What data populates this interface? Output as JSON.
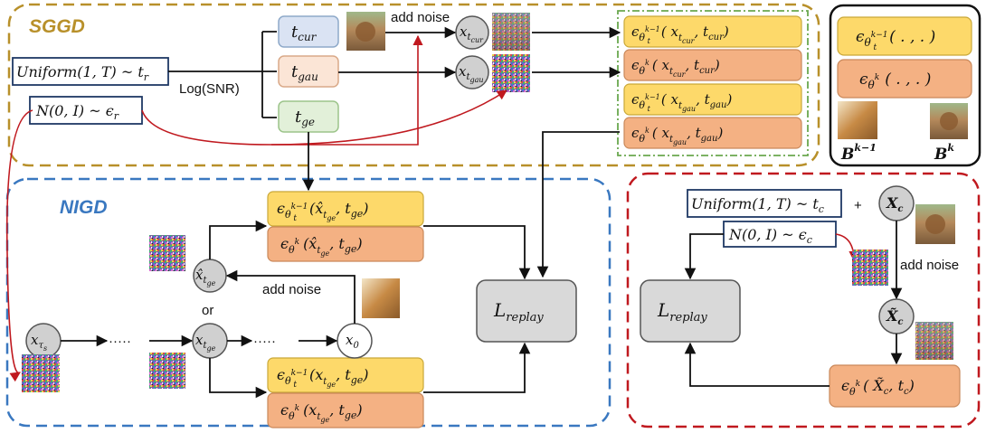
{
  "sections": {
    "sggd": {
      "title": "SGGD",
      "color": "#b8902a"
    },
    "nigd": {
      "title": "NIGD",
      "color": "#3a78c0"
    },
    "replay_panel": {
      "color": "#c0191f"
    }
  },
  "sggd": {
    "uniform_sample": "Uniform(1, T) ~ t",
    "uniform_sub": "r",
    "normal_sample": "N(0, I) ~ ϵ",
    "normal_sub": "r",
    "log_snr": "Log(SNR)",
    "add_noise": "add noise",
    "t_cur": "t",
    "t_cur_sub": "cur",
    "t_gau": "t",
    "t_gau_sub": "gau",
    "t_ge": "t",
    "t_ge_sub": "ge",
    "x_cur_node": "x",
    "x_cur_sub": "t",
    "x_cur_subsub": "cur",
    "x_gau_node": "x",
    "x_gau_sub": "t",
    "x_gau_subsub": "gau",
    "outputs": [
      {
        "eps": "ϵ",
        "theta_sub": "θ",
        "theta_super": "k−1",
        "t_sub": "t",
        "args": "( x",
        "x_sub": "t",
        "x_subsub": "cur",
        "after": ",  t",
        "t2_sub": "cur",
        "close": ")",
        "color": "#fdd96a"
      },
      {
        "eps": "ϵ",
        "theta_sub": "θ",
        "theta_super": "k",
        "t_sub": "",
        "args": "( x",
        "x_sub": "t",
        "x_subsub": "cur",
        "after": ",  t",
        "t2_sub": "cur",
        "close": ")",
        "color": "#f4b183"
      },
      {
        "eps": "ϵ",
        "theta_sub": "θ",
        "theta_super": "k−1",
        "t_sub": "t",
        "args": "( x",
        "x_sub": "t",
        "x_subsub": "gau",
        "after": ",  t",
        "t2_sub": "gau",
        "close": ")",
        "color": "#fdd96a"
      },
      {
        "eps": "ϵ",
        "theta_sub": "θ",
        "theta_super": "k",
        "t_sub": "",
        "args": "( x",
        "x_sub": "t",
        "x_subsub": "gau",
        "after": ",  t",
        "t2_sub": "gau",
        "close": ")",
        "color": "#f4b183"
      }
    ]
  },
  "legend": {
    "prev_model": "ϵ",
    "prev_theta": "θ",
    "prev_super": "k−1",
    "prev_t": "t",
    "prev_args": "( . , . )",
    "cur_model": "ϵ",
    "cur_theta": "θ",
    "cur_super": "k",
    "cur_args": "( . , . )",
    "prev_bank": "B",
    "prev_bank_super": "k−1",
    "cur_bank": "B",
    "cur_bank_super": "k"
  },
  "nigd": {
    "or_label": "or",
    "add_noise": "add noise",
    "x_tau": "x",
    "x_tau_sub": "τ",
    "x_tau_subsub": "s",
    "x_tge": "x",
    "x_tge_sub": "t",
    "x_tge_subsub": "ge",
    "x_hat": "x̂",
    "x_hat_sub": "t",
    "x_hat_subsub": "ge",
    "x0": "x",
    "x0_sub": "0",
    "dots": "·····",
    "top_prev": {
      "text": "ϵ",
      "theta": "θ",
      "super": "k−1",
      "t": "t",
      "args": "(x̂",
      "sub": "t",
      "subsub": "ge",
      "after": ",  t",
      "t2": "ge",
      "close": ")"
    },
    "top_cur": {
      "text": "ϵ",
      "theta": "θ",
      "super": "k",
      "args": "(x̂",
      "sub": "t",
      "subsub": "ge",
      "after": ",  t",
      "t2": "ge",
      "close": ")"
    },
    "bot_prev": {
      "text": "ϵ",
      "theta": "θ",
      "super": "k−1",
      "t": "t",
      "args": "(x",
      "sub": "t",
      "subsub": "ge",
      "after": ",  t",
      "t2": "ge",
      "close": ")"
    },
    "bot_cur": {
      "text": "ϵ",
      "theta": "θ",
      "super": "k",
      "args": "(x",
      "sub": "t",
      "subsub": "ge",
      "after": ",  t",
      "t2": "ge",
      "close": ")"
    },
    "loss": "L",
    "loss_sub": "replay"
  },
  "replay": {
    "uniform_sample": "Uniform(1, T) ~ t",
    "uniform_sub": "c",
    "plus": "+",
    "xc": "X",
    "xc_sub": "c",
    "normal_sample": "N(0, I) ~ ϵ",
    "normal_sub": "c",
    "add_noise": "add noise",
    "xc_tilde": "X̃",
    "xc_tilde_sub": "c",
    "model": "ϵ",
    "model_theta": "θ",
    "model_super": "k",
    "model_args": "( X̃",
    "model_sub": "c",
    "model_after": ", t",
    "model_t_sub": "c",
    "model_close": ")",
    "loss": "L",
    "loss_sub": "replay"
  }
}
